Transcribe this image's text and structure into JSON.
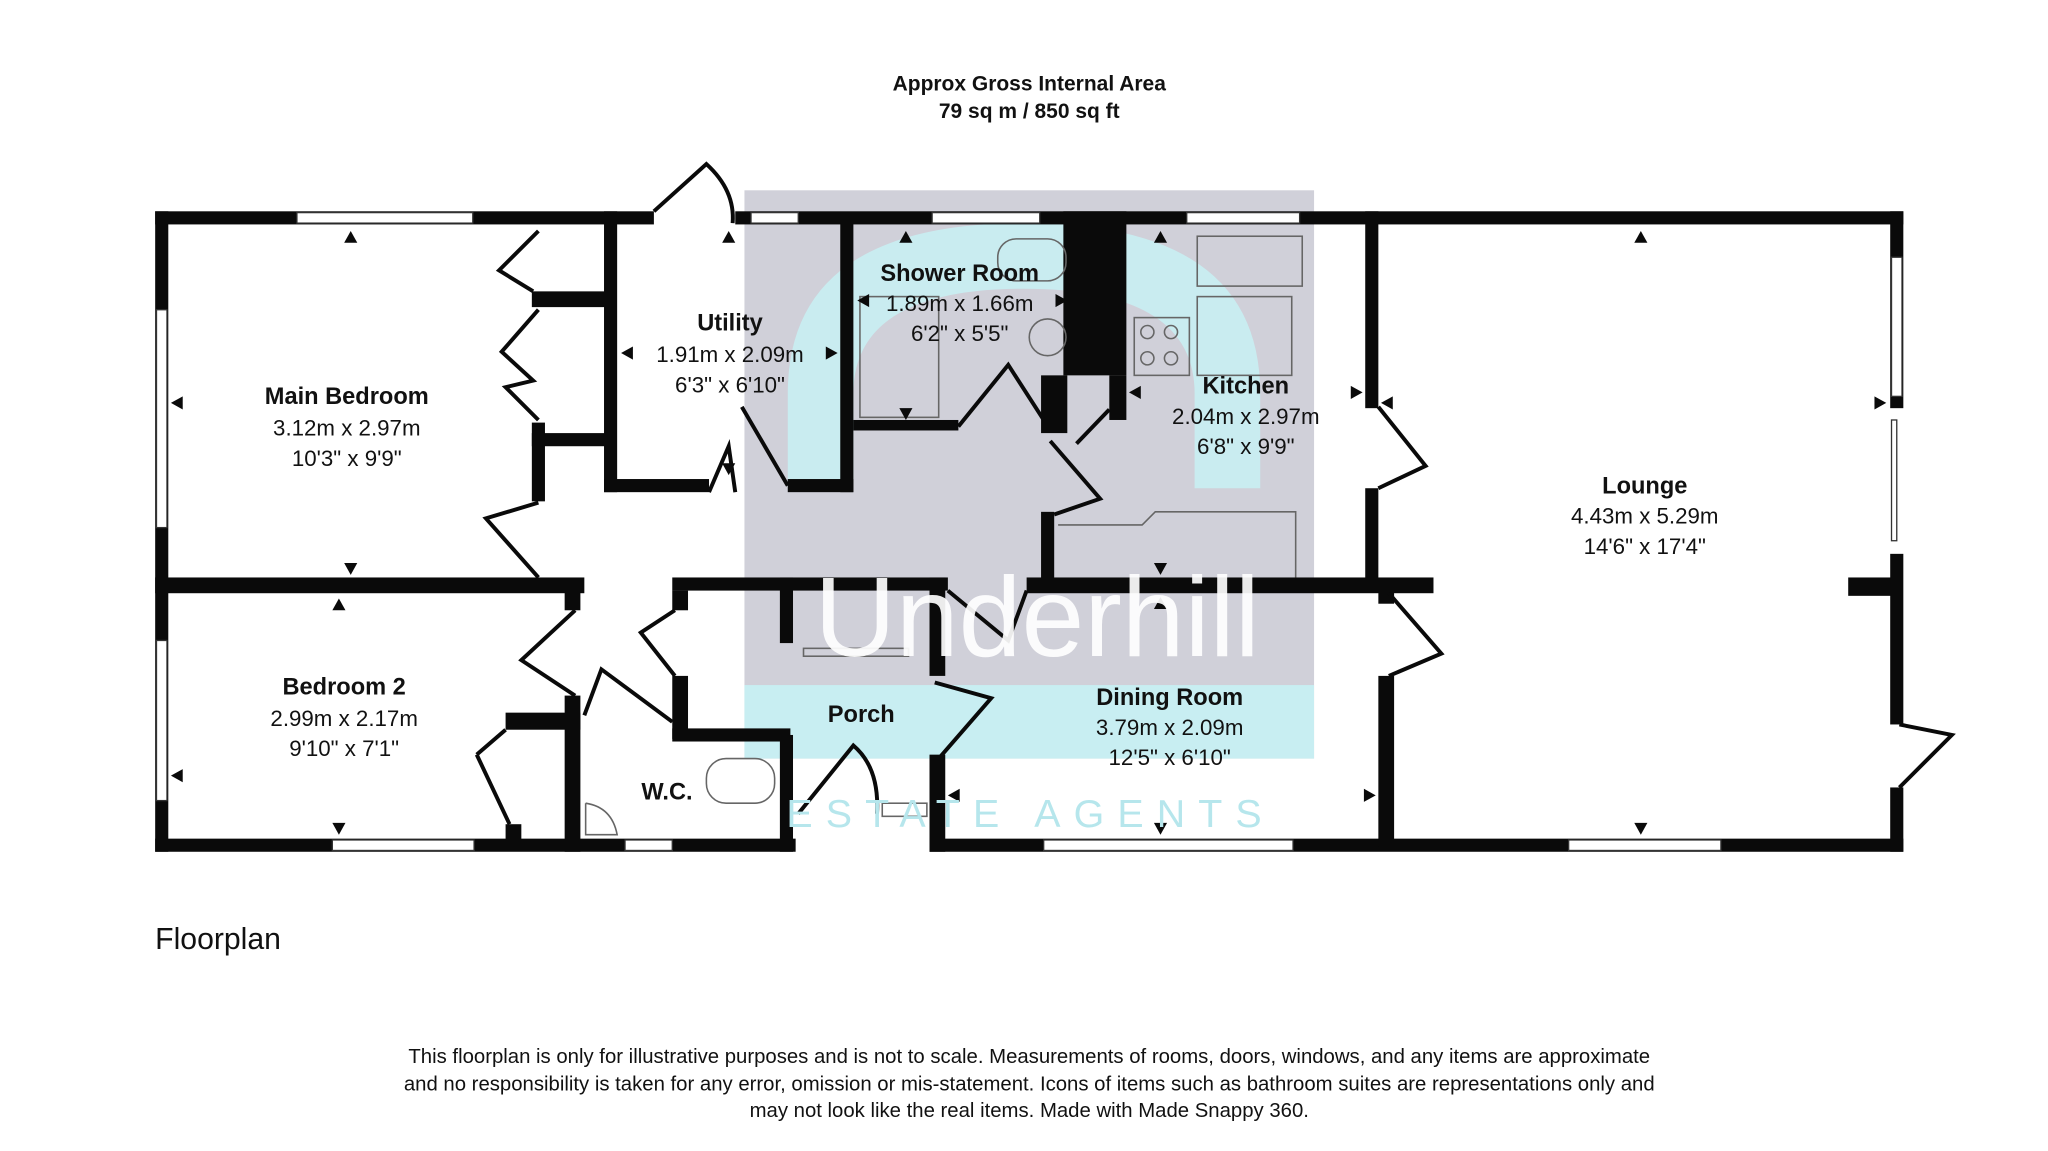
{
  "header": {
    "line1": "Approx Gross Internal Area",
    "line2": "79 sq m / 850 sq ft"
  },
  "floor_label": "Floorplan",
  "watermark": {
    "brand": "Underhill",
    "tagline": "ESTATE AGENTS"
  },
  "rooms": [
    {
      "name": "Main Bedroom",
      "metric": "3.12m x 2.97m",
      "imperial": "10'3\" x 9'9\""
    },
    {
      "name": "Utility",
      "metric": "1.91m x 2.09m",
      "imperial": "6'3\" x 6'10\""
    },
    {
      "name": "Shower Room",
      "metric": "1.89m x 1.66m",
      "imperial": "6'2\" x 5'5\""
    },
    {
      "name": "Kitchen",
      "metric": "2.04m x 2.97m",
      "imperial": "6'8\" x 9'9\""
    },
    {
      "name": "Lounge",
      "metric": "4.43m x 5.29m",
      "imperial": "14'6\" x 17'4\""
    },
    {
      "name": "Bedroom 2",
      "metric": "2.99m x 2.17m",
      "imperial": "9'10\" x 7'1\""
    },
    {
      "name": "Porch"
    },
    {
      "name": "W.C."
    },
    {
      "name": "Dining Room",
      "metric": "3.79m x 2.09m",
      "imperial": "12'5\" x 6'10\""
    }
  ],
  "disclaimer": [
    "This floorplan is only for illustrative purposes and is not to scale. Measurements of rooms, doors, windows, and any items are approximate",
    "and no responsibility is taken for any error, omission or mis-statement. Icons of items such as bathroom suites are representations only and",
    "may not look like the real items. Made with Made Snappy 360."
  ],
  "colors": {
    "wall": "#0a0a0a",
    "watermark_grey": "#c8c8d2",
    "watermark_cyan": "#c8eef2"
  }
}
